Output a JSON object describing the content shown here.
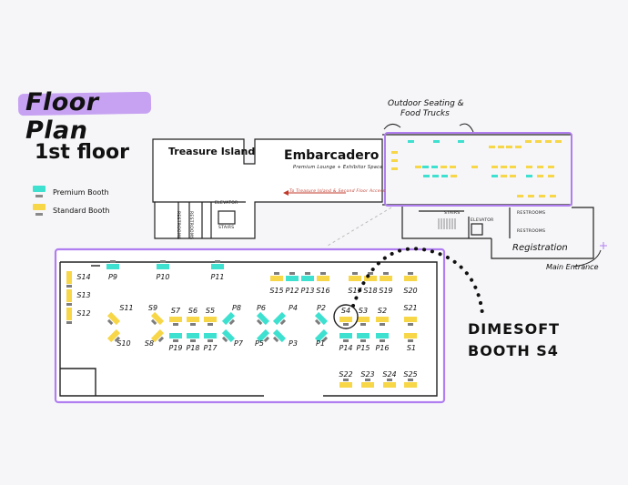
{
  "title": "Floor Plan",
  "floor": "1st floor",
  "legend": {
    "premium": {
      "label": "Premium Booth",
      "color": "#3ee0d0"
    },
    "standard": {
      "label": "Standard Booth",
      "color": "#f7d648"
    }
  },
  "colors": {
    "accent": "#b07ef0",
    "outline": "#222222",
    "standard": "#f7d648",
    "premium": "#3ee0d0",
    "stand": "#7d7d7d"
  },
  "overview": {
    "treasure_island": "Treasure Island",
    "embarcadero": "Embarcadero",
    "embarcadero_sub": "Premium Lounge + Exhibitor Space",
    "arrow_note": "To Treasure Island & Second Floor Access",
    "outdoor": "Outdoor Seating &",
    "outdoor2": "Food Trucks",
    "registration": "Registration",
    "main_entrance": "Main Entrance",
    "elevator": "ELEVATOR",
    "stairs": "STAIRS",
    "restrooms": "RESTROOMS"
  },
  "callout": {
    "line1": "DIMESOFT",
    "line2": "BOOTH S4"
  },
  "booths": {
    "premium_top": [
      "P9",
      "P10",
      "P11"
    ],
    "top_row": [
      "S15",
      "P12",
      "P13",
      "S16",
      "S17",
      "S18",
      "S19",
      "S20"
    ],
    "left_column": [
      "S14",
      "S13",
      "S12"
    ],
    "diag_left": [
      "S11",
      "S10"
    ],
    "cluster_a_top": [
      "S9",
      "S7",
      "S6",
      "S5",
      "P8"
    ],
    "cluster_a_bottom": [
      "S8",
      "P19",
      "P18",
      "P17",
      "P7"
    ],
    "pair_b": [
      "P6",
      "P4",
      "P5",
      "P3"
    ],
    "cluster_c_top": [
      "P2",
      "S4",
      "S3",
      "S2",
      "S21"
    ],
    "cluster_c_bottom": [
      "P1",
      "P14",
      "P15",
      "P16",
      "S1"
    ],
    "bottom_row": [
      "S22",
      "S23",
      "S24",
      "S25"
    ]
  }
}
